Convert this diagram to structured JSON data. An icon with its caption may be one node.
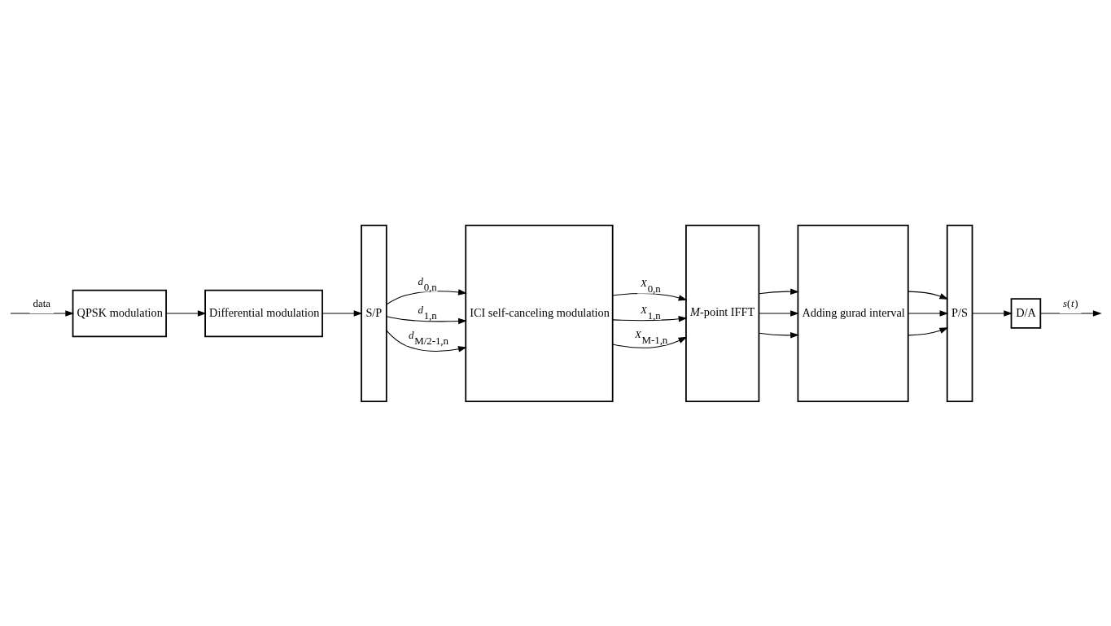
{
  "diagram": {
    "nodes": [
      {
        "text": [
          "QPSK modulation"
        ]
      },
      {
        "text": [
          "Differential modulation"
        ]
      },
      {
        "text": [
          "S/P"
        ]
      },
      {
        "text": [
          "ICI self-canceling modulation"
        ]
      },
      {
        "text": [
          "*M*-point IFFT"
        ]
      },
      {
        "text": [
          "Adding gurad interval"
        ]
      },
      {
        "text": [
          "P/S"
        ]
      },
      {
        "text": [
          "D/A"
        ]
      }
    ],
    "edges": [
      {
        "from": null,
        "to": 0,
        "arrow": "to",
        "label": "data"
      },
      {
        "from": 0,
        "to": 1,
        "arrow": "to"
      },
      {
        "from": 1,
        "to": 2,
        "arrow": "to"
      },
      {
        "from": 2,
        "to": 3,
        "arrow": "to",
        "label": "*d*$_{0,n}$"
      },
      {
        "from": 2,
        "to": 3,
        "arrow": "to",
        "label": "*d*$_{1,n}$"
      },
      {
        "from": 2,
        "to": 3,
        "arrow": "to",
        "label": "*d*$_{M/2-1,n}$"
      },
      {
        "from": 3,
        "to": 4,
        "arrow": "to",
        "label": "*X*$_{0,n}$"
      },
      {
        "from": 3,
        "to": 4,
        "arrow": "to",
        "label": "*X*$_{1,n}$"
      },
      {
        "from": 3,
        "to": 4,
        "arrow": "to",
        "label": "*X*$_{M-1,n}$"
      },
      {
        "from": 4,
        "to": 5,
        "arrow": "to"
      },
      {
        "from": 4,
        "to": 5,
        "arrow": "to"
      },
      {
        "from": 4,
        "to": 5,
        "arrow": "to"
      },
      {
        "from": 5,
        "to": 6,
        "arrow": "to"
      },
      {
        "from": 5,
        "to": 6,
        "arrow": "to"
      },
      {
        "from": 5,
        "to": 6,
        "arrow": "to"
      },
      {
        "from": 6,
        "to": 7,
        "arrow": "to"
      },
      {
        "from": 7,
        "to": null,
        "arrow": "to",
        "label": "*s*(*t*)"
      }
    ]
  }
}
